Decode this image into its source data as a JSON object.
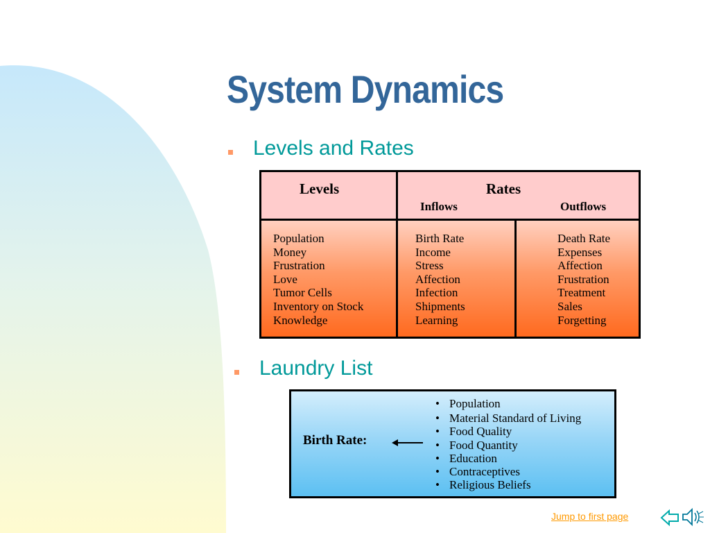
{
  "slide": {
    "title": "System Dynamics",
    "section1": {
      "heading": "Levels and Rates"
    },
    "section2": {
      "heading": "Laundry List"
    }
  },
  "levels_rates_table": {
    "header_levels": "Levels",
    "header_rates": "Rates",
    "header_inflows": "Inflows",
    "header_outflows": "Outflows",
    "levels": [
      "Population",
      "Money",
      "Frustration",
      "Love",
      "Tumor Cells",
      "Inventory on Stock",
      "Knowledge"
    ],
    "inflows": [
      "Birth Rate",
      "Income",
      "Stress",
      "Affection",
      "Infection",
      "Shipments",
      "Learning"
    ],
    "outflows": [
      "Death Rate",
      "Expenses",
      "Affection",
      "Frustration",
      "Treatment",
      "Sales",
      "Forgetting"
    ]
  },
  "laundry_list": {
    "label": "Birth Rate:",
    "items": [
      "Population",
      "Material Standard of Living",
      "Food Quality",
      "Food Quantity",
      "Education",
      "Contraceptives",
      "Religious Beliefs"
    ]
  },
  "navigation": {
    "jump_link": "Jump to first page"
  },
  "colors": {
    "title": "#336699",
    "subheading": "#009999",
    "bullet": "#ff9966",
    "table_header": "#ffcccc",
    "table_body_end": "#ff6a1f",
    "box_blue_end": "#5cc0f2",
    "link": "#ff9900"
  }
}
